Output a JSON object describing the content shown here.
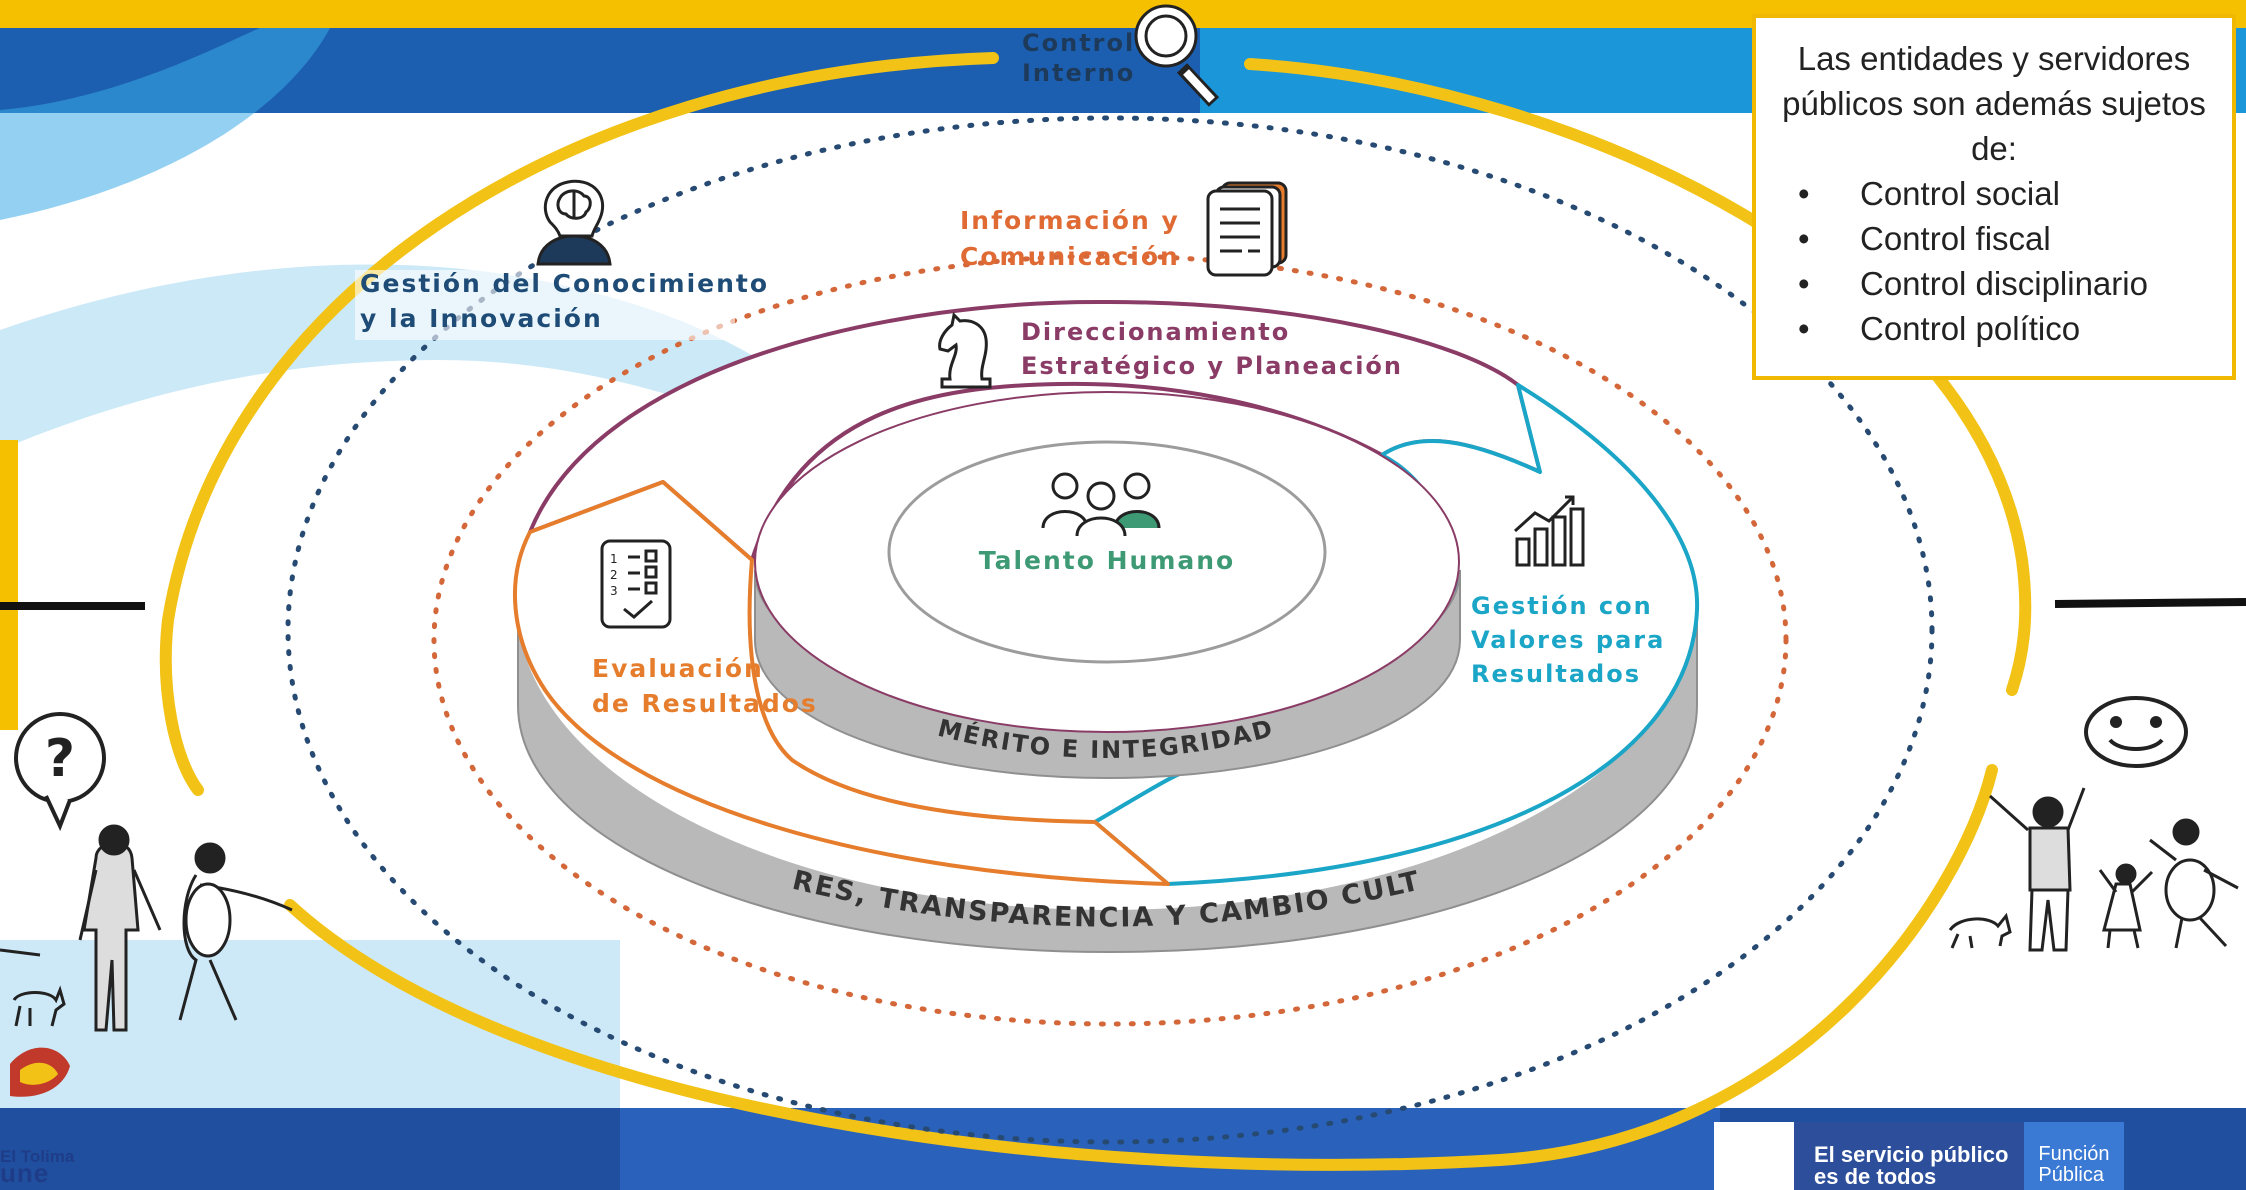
{
  "colors": {
    "top_bar": "#f5c000",
    "blue_band": "#1c5fb0",
    "yellow_ring": "#f2c316",
    "dotted_navy": "#274a73",
    "dotted_orange": "#d4673a",
    "purple": "#8a3c66",
    "cyan": "#1ba5c7",
    "orange": "#e57d2c",
    "green": "#3e9a74",
    "grey_wall": "#b9b9b9"
  },
  "header": {
    "control_interno_line1": "Control",
    "control_interno_line2": "Interno",
    "icon": "magnifier-icon"
  },
  "diagram": {
    "center_label": "Talento Humano",
    "center_icon": "people-group-icon",
    "inner_ring_label": "MÉRITO E INTEGRIDAD",
    "outer_ring_label": "VALORES, TRANSPARENCIA Y CAMBIO CULTURAL",
    "dimensions": [
      {
        "line1": "Direccionamiento",
        "line2": "Estratégico y Planeación",
        "icon": "chess-knight-icon"
      },
      {
        "line1": "Gestión con",
        "line2": "Valores para",
        "line3": "Resultados",
        "icon": "bar-chart-icon"
      },
      {
        "line1": "Evaluación",
        "line2": "de Resultados",
        "icon": "checklist-icon"
      },
      {
        "line1": "Información y",
        "line2": "Comunicación",
        "icon": "documents-icon"
      },
      {
        "line1": "Gestión del Conocimiento",
        "line2": "y la Innovación",
        "icon": "brain-head-icon"
      }
    ]
  },
  "callout": {
    "intro": "Las entidades y servidores públicos son además sujetos de:",
    "items": [
      "Control social",
      "Control fiscal",
      "Control disciplinario",
      "Control político"
    ]
  },
  "left_people": {
    "bubble_text": "?"
  },
  "right_people": {
    "bubble_icon": "smiley-icon"
  },
  "footer": {
    "slogan": "El servicio público\nes de todos",
    "entity": "Función\nPública",
    "tolima_line1": "El Tolima",
    "tolima_line2": "une"
  }
}
